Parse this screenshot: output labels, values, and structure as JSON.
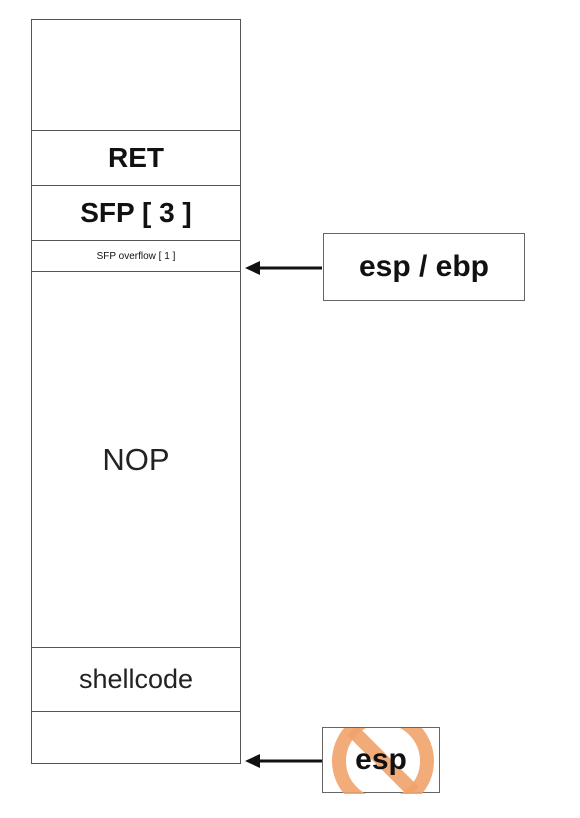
{
  "stack": {
    "ret_label": "RET",
    "sfp_label": "SFP [ 3 ]",
    "sfp_overflow_label": "SFP overflow [ 1 ]",
    "nop_label": "NOP",
    "shellcode_label": "shellcode"
  },
  "pointers": {
    "esp_ebp_label": "esp / ebp",
    "esp_label": "esp"
  },
  "colors": {
    "line": "#555555",
    "arrow": "#111111",
    "prohibition": "#f0a36a"
  },
  "icons": {
    "prohibited": "no-entry-icon"
  }
}
